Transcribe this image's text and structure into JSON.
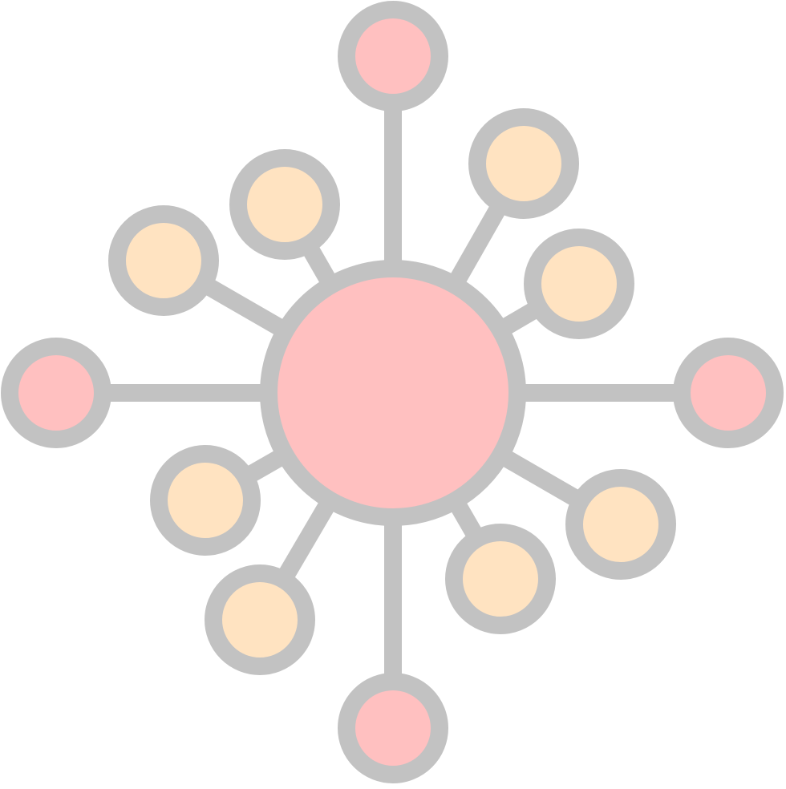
{
  "icon": {
    "name": "network-hub-icon",
    "colors": {
      "stroke": "#C2C2C2",
      "hub_fill": "#FFC0C0",
      "primary_node_fill": "#FFC0C0",
      "secondary_node_fill": "#FFE3C1",
      "background": "#FFFFFF"
    },
    "primary_nodes": [
      "top",
      "right",
      "bottom",
      "left"
    ],
    "secondary_nodes": [
      "upper-right-outer",
      "upper-right-inner",
      "lower-right-outer",
      "lower-right-inner",
      "lower-left-outer",
      "lower-left-inner",
      "upper-left-outer",
      "upper-left-inner"
    ]
  }
}
